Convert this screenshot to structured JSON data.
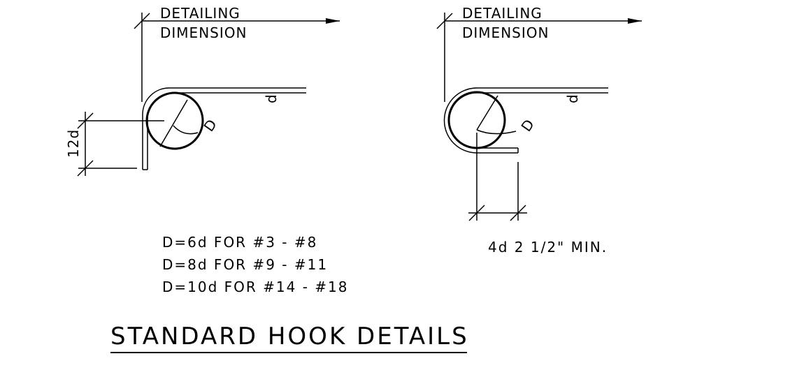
{
  "left_detail": {
    "label_line1": "DETAILING",
    "label_line2": "DIMENSION",
    "bar_label": "d",
    "diameter_label": "D",
    "extension_label": "12d"
  },
  "right_detail": {
    "label_line1": "DETAILING",
    "label_line2": "DIMENSION",
    "bar_label": "d",
    "diameter_label": "D",
    "extension_label": "4d 2 1/2\" MIN."
  },
  "diameter_notes": [
    "D=6d FOR #3 - #8",
    "D=8d FOR #9 - #11",
    "D=10d FOR #14 - #18"
  ],
  "title": "STANDARD HOOK DETAILS"
}
